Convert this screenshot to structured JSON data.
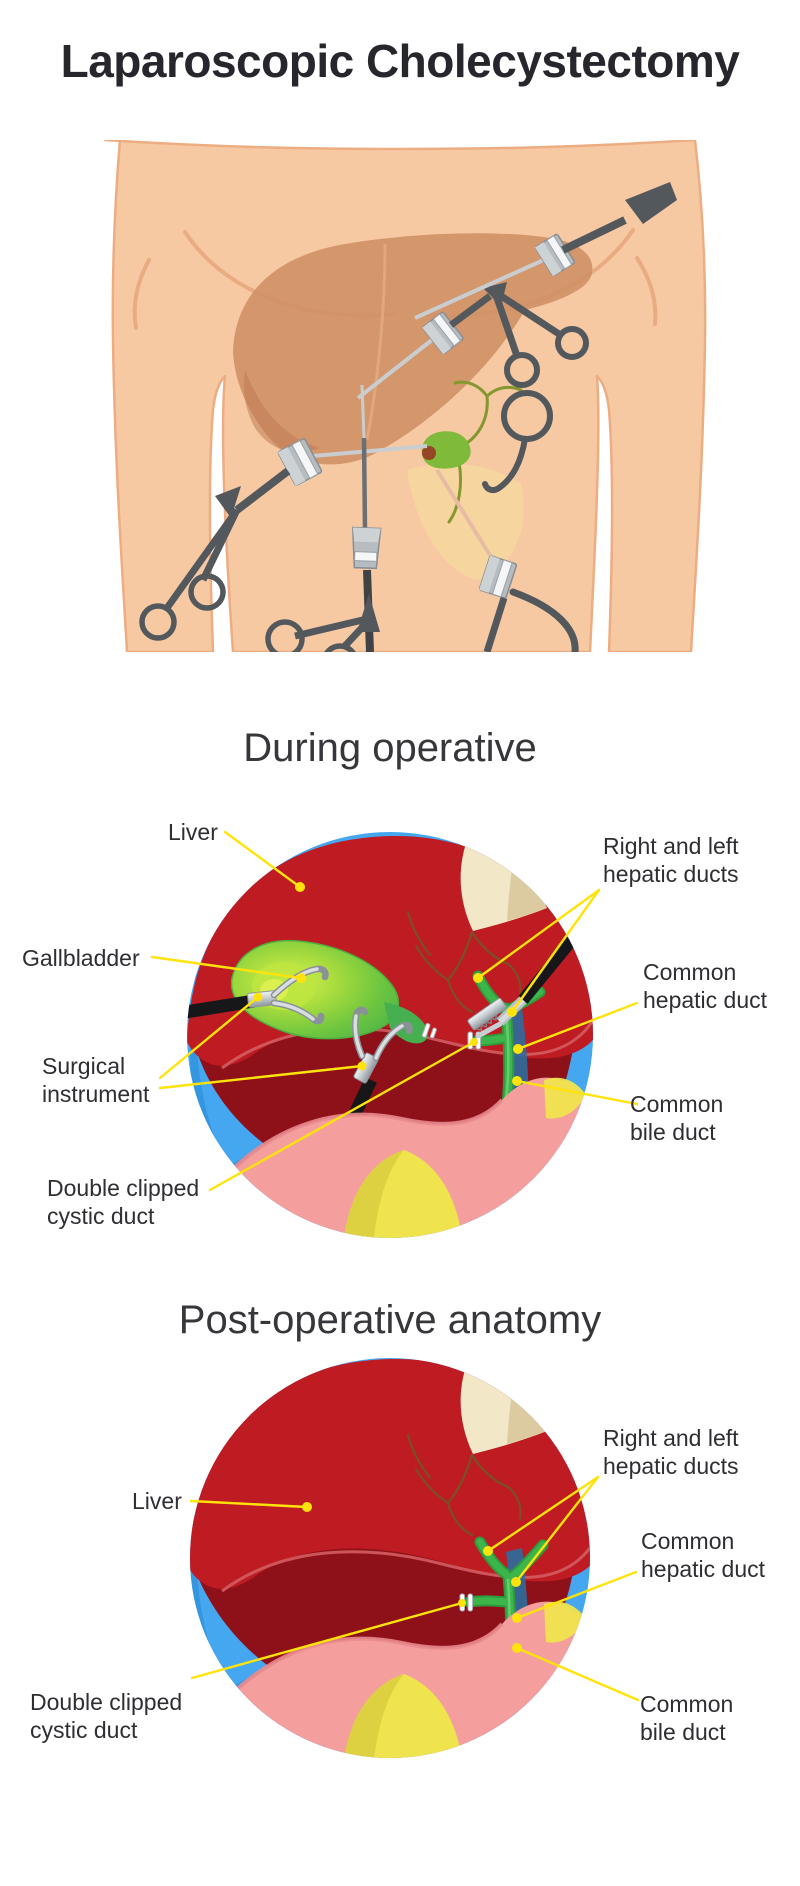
{
  "title": "Laparoscopic Cholecystectomy",
  "sections": {
    "during": {
      "heading": "During operative",
      "labels": {
        "liver": "Liver",
        "gallbladder": "Gallbladder",
        "surgical_instrument": "Surgical\ninstrument",
        "double_clipped": "Double clipped\ncystic duct",
        "hepatic_ducts": "Right and left\nhepatic ducts",
        "common_hepatic": "Common\nhepatic duct",
        "common_bile": "Common\nbile duct"
      }
    },
    "post": {
      "heading": "Post-operative anatomy",
      "labels": {
        "liver": "Liver",
        "hepatic_ducts": "Right and left\nhepatic ducts",
        "common_hepatic": "Common\nhepatic duct",
        "double_clipped": "Double clipped\ncystic duct",
        "common_bile": "Common\nbile duct"
      }
    }
  },
  "colors": {
    "leader_line_yellow": "#FFE30A",
    "circle_blue": "#45A7F0",
    "circle_blue_shadow": "#2F8FD9",
    "liver_red": "#BE1B22",
    "liver_dark_red": "#8E1119",
    "duct_green": "#3CB54B",
    "gallbladder_green": "#86CC3A",
    "duodenum_pink": "#F59E9E",
    "pancreas_yellow": "#EFE44E",
    "ligament_cream": "#F2E8C8",
    "skin": "#F7C9A3",
    "instrument_dark": "#53585C",
    "instrument_black": "#17171A",
    "text": "#2E2E33"
  }
}
